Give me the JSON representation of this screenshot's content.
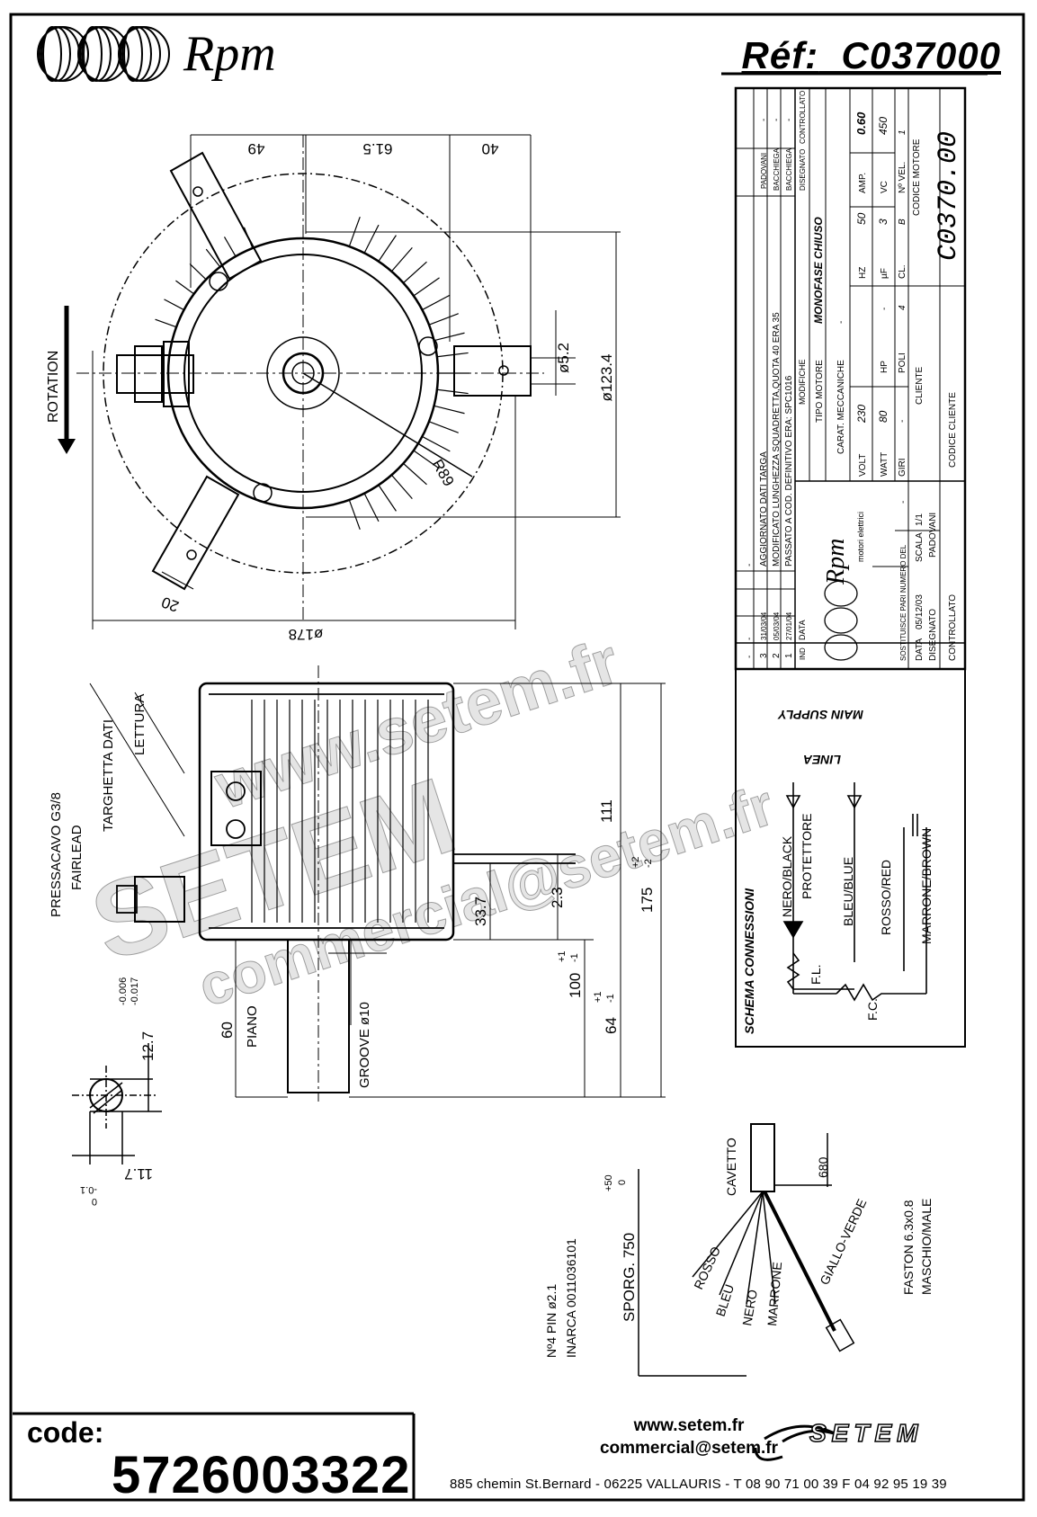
{
  "header": {
    "brand": "Rpm",
    "ref_label": "Réf:",
    "ref_value": "C037000"
  },
  "top_view": {
    "rotation": "ROTATION",
    "dim_49": "49",
    "dim_61_5": "61.5",
    "dim_40": "40",
    "dim_5_2": "ø5.2",
    "dim_123_4": "ø123.4",
    "dim_r89": "R89",
    "dim_20": "20",
    "dim_178": "ø178"
  },
  "side_view": {
    "pressacavo": "PRESSACAVO G3/8",
    "fairlead": "FAIRLEAD",
    "targhetta": "TARGHETTA DATI",
    "lettura": "LETTURA",
    "dim_111": "111",
    "dim_175": "175",
    "dim_175_tol_up": "+2",
    "dim_175_tol_dn": "-2",
    "dim_2_3": "2.3",
    "dim_33_7": "33.7",
    "dim_100": "100",
    "dim_100_tol_up": "+1",
    "dim_100_tol_dn": "-1",
    "dim_64": "64",
    "dim_64_tol_up": "+1",
    "dim_64_tol_dn": "-1",
    "groove": "GROOVE ø10",
    "dim_60": "60",
    "piano": "PIANO"
  },
  "shaft": {
    "dim_12_7": "12.7",
    "tol_12_7_a": "-0.006",
    "tol_12_7_b": "-0.017",
    "dim_11_7": "11.7",
    "tol_11_7_a": "-0.1",
    "tol_11_7_b": "0"
  },
  "title_block": {
    "revisions": [
      {
        "ind": "3",
        "data": "31/03/04",
        "modifiche": "AGGIORNATO DATI TARGA",
        "disegnato": "PADOVANI",
        "controllato": "-"
      },
      {
        "ind": "2",
        "data": "05/03/04",
        "modifiche": "MODIFICATO LUNGHEZZA SQUADRETTA,QUOTA 40 ERA 35",
        "disegnato": "BACCHIEGA",
        "controllato": "-"
      },
      {
        "ind": "1",
        "data": "27/01/04",
        "modifiche": "PASSATO A COD. DEFINITIVO ERA: SPC1016",
        "disegnato": "BACCHIEGA",
        "controllato": "-"
      }
    ],
    "rev_blank_dashes": [
      "-",
      "-",
      "-"
    ],
    "hdr_ind": "IND",
    "hdr_data": "DATA",
    "hdr_modifiche": "MODIFICHE",
    "hdr_disegnato": "DISEGNATO",
    "hdr_controllato": "CONTROLLATO",
    "company_sub": "motori elettrici",
    "tipo_motore_label": "TIPO MOTORE",
    "tipo_motore": "MONOFASE CHIUSO",
    "carat_label": "CARAT. MECCANICHE",
    "carat_value": "-",
    "volt_label": "VOLT",
    "volt": "230",
    "hz_label": "HZ",
    "hz": "50",
    "amp_label": "AMP.",
    "amp": "0.60",
    "watt_label": "WATT",
    "watt": "80",
    "hp_label": "HP",
    "hp": "-",
    "uf_label": "µF",
    "uf": "3",
    "vc_label": "VC",
    "vc": "450",
    "giri_label": "GIRI",
    "giri": "-",
    "poli_label": "POLI",
    "poli": "4",
    "cl_label": "CL.",
    "cl": "B",
    "nvel_label": "Nº VEL.",
    "nvel": "1",
    "sost_label": "SOSTITUISCE PARI NUMERO DEL",
    "sost_value": "-",
    "data_label": "DATA",
    "data_value": "05/12/03",
    "scala_label": "SCALA",
    "scala_value": "1/1",
    "cliente_label": "CLIENTE",
    "disegnato_label": "DISEGNATO",
    "disegnato_value": "PADOVANI",
    "controllato_label": "CONTROLLATO",
    "codice_cliente_label": "CODICE CLIENTE",
    "codice_motore_label": "CODICE MOTORE",
    "codice_motore": "C0370.00"
  },
  "schema": {
    "title": "SCHEMA CONNESSIONI",
    "main_supply": "MAIN SUPPLY",
    "linea": "LINEA",
    "nero_black": "NERO/BLACK",
    "protettore": "PROTETTORE",
    "bleu_blue": "BLEU/BLUE",
    "rosso_red": "ROSSO/RED",
    "marrone_brown": "MARRONE/BROWN",
    "fl": "F.L.",
    "fc": "F.C."
  },
  "cable": {
    "n4pin": "Nº4 PIN ø2.1",
    "inarca": "INARCA 0011036101",
    "sporg": "SPORG. 750",
    "sporg_tol_up": "+50",
    "sporg_tol_dn": "0",
    "cavetto": "CAVETTO",
    "dim_680": "680",
    "rosso": "ROSSO",
    "bleu": "BLEU",
    "nero": "NERO",
    "marrone": "MARRONE",
    "giallo_verde": "GIALLO-VERDE",
    "faston": "FASTON 6.3x0.8",
    "maschio": "MASCHIO/MALE"
  },
  "watermark": {
    "w1": "www.setem.fr",
    "w2": "SETEM",
    "w3": "commercial@setem.fr"
  },
  "footer": {
    "code_label": "code:",
    "code_value": "5726003322",
    "web": "www.setem.fr",
    "email": "commercial@setem.fr",
    "address": "885 chemin St.Bernard  -  06225 VALLAURIS  -  T 08 90 71 00 39   F 04 92 95 19 39",
    "logo": "SETEM"
  }
}
